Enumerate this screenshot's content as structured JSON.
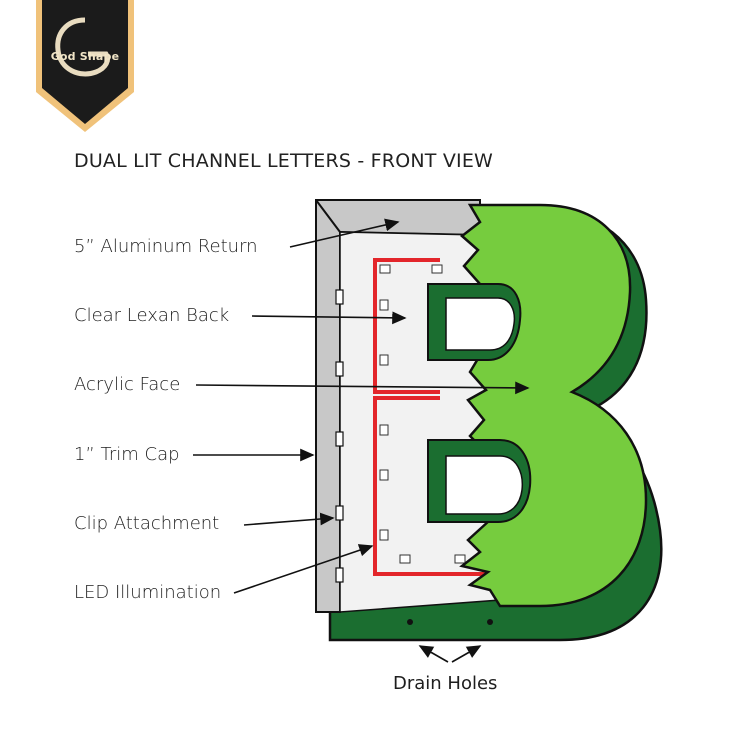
{
  "brand": {
    "name": "God Shape",
    "icon": "shield-logo",
    "colors": {
      "shield": "#1b1b1b",
      "border": "#f0c27a",
      "text": "#f2e6c8"
    }
  },
  "title": "DUAL LIT CHANNEL LETTERS - FRONT VIEW",
  "labels": [
    {
      "id": "return",
      "text": "5” Aluminum Return"
    },
    {
      "id": "back",
      "text": "Clear Lexan Back"
    },
    {
      "id": "face",
      "text": "Acrylic Face"
    },
    {
      "id": "trim",
      "text": "1” Trim Cap"
    },
    {
      "id": "clip",
      "text": "Clip Attachment"
    },
    {
      "id": "led",
      "text": "LED Illumination"
    }
  ],
  "drain_label": "Drain Holes",
  "letter": "B",
  "colors": {
    "face": "#76cc3e",
    "side": "#1b6e30",
    "return": "#c8c8c8",
    "back": "#f2f2f2",
    "led": "#e3262b",
    "outline": "#111111"
  }
}
